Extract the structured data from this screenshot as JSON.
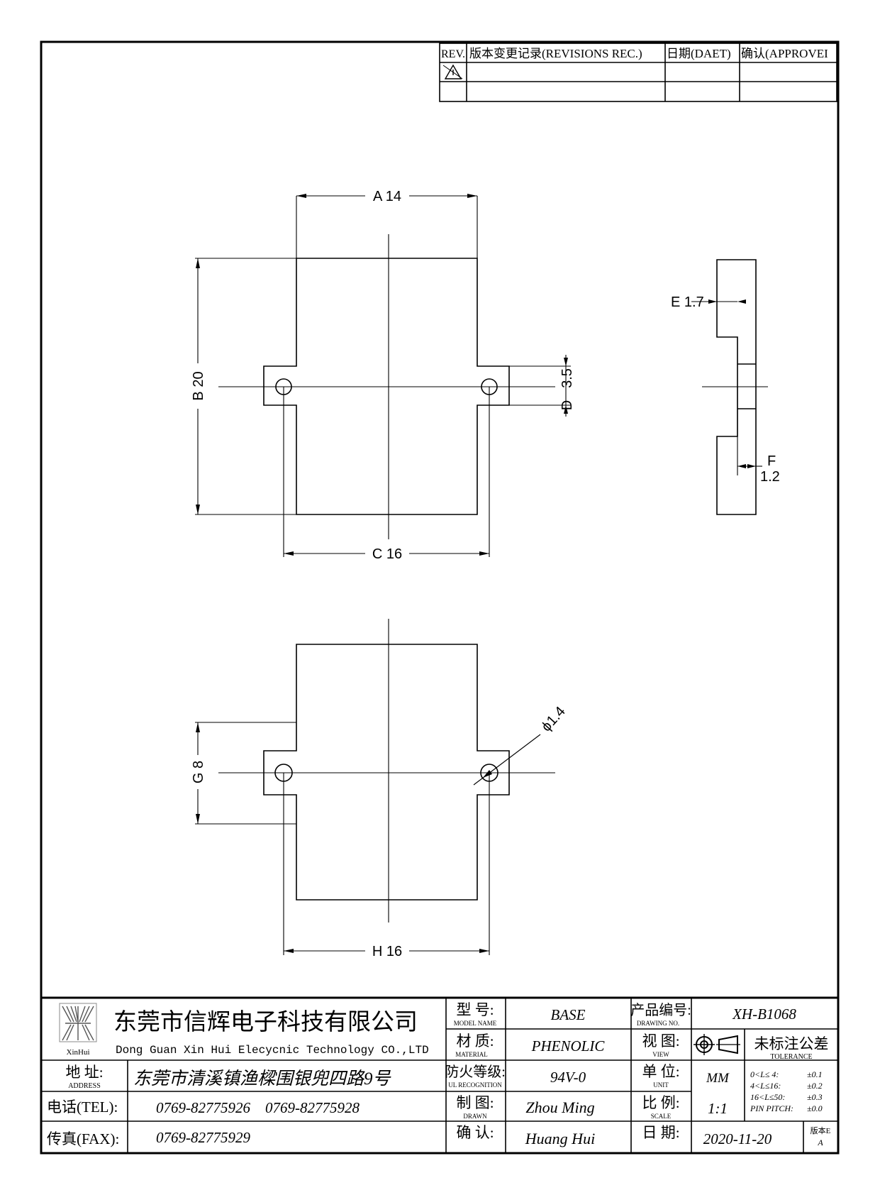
{
  "revisions": {
    "headers": {
      "rev": "REV.",
      "record": "版本变更记录(REVISIONS REC.)",
      "date": "日期(DAET)",
      "approve": "确认(APPROVEI"
    }
  },
  "dimensions": {
    "a": "A 14",
    "b": "B 20",
    "c": "C 16",
    "d_label": "D",
    "d_value": "3.5",
    "e": "E 1.7",
    "f_label": "F",
    "f_value": "1.2",
    "g": "G 8",
    "h": "H 16",
    "hole": "ϕ1.4"
  },
  "title_block": {
    "logo_text": "XinHui",
    "company_cn": "东莞市信辉电子科技有限公司",
    "company_en": "Dong Guan Xin Hui Elecycnic Technology CO.,LTD",
    "address_label": "地 址:",
    "address_label_en": "ADDRESS",
    "address": "东莞市清溪镇渔樑围银兜四路9号",
    "tel_label": "电话(TEL):",
    "tel": "0769-82775926    0769-82775928",
    "fax_label": "传真(FAX):",
    "fax": "0769-82775929",
    "model_label": "型 号:",
    "model_label_en": "MODEL NAME",
    "model": "BASE",
    "material_label": "材 质:",
    "material_label_en": "MATERIAL",
    "material": "PHENOLIC",
    "ul_label": "防火等级:",
    "ul_label_en": "UL RECOGNITION",
    "ul": "94V-0",
    "drawn_label": "制 图:",
    "drawn_label_en": "DRAWN",
    "drawn": "Zhou Ming",
    "check_label": "确 认:",
    "check": "Huang Hui",
    "drawing_no_label": "产品编号:",
    "drawing_no_label_en": "DRAWING NO.",
    "drawing_no": "XH-B1068",
    "view_label": "视 图:",
    "view_label_en": "VIEW",
    "tolerance_title": "未标注公差",
    "tolerance_title_en": "TOLERANCE",
    "tolerances": [
      {
        "range": "0<L≤ 4:",
        "value": "±0.1"
      },
      {
        "range": "4<L≤16:",
        "value": "±0.2"
      },
      {
        "range": "16<L≤50:",
        "value": "±0.3"
      },
      {
        "range": "PIN PITCH:",
        "value": "±0.0"
      }
    ],
    "unit_label": "单 位:",
    "unit_label_en": "UNIT",
    "unit": "MM",
    "scale_label": "比 例:",
    "scale_label_en": "SCALE",
    "scale": "1:1",
    "date_label": "日 期:",
    "date": "2020-11-20",
    "version_label": "版本E",
    "version": "A"
  }
}
